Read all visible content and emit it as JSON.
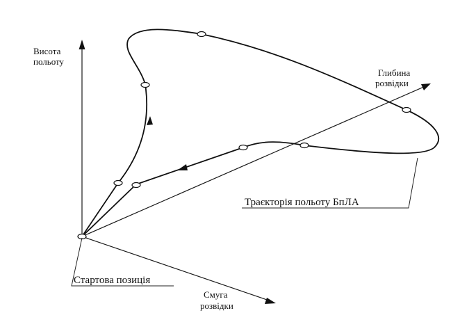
{
  "axes": {
    "vertical": [
      "Висота",
      "польоту"
    ],
    "depth": [
      "Глибина",
      "розвідки"
    ],
    "band": [
      "Смуга",
      "розвідки"
    ]
  },
  "callouts": {
    "trajectory": "Траєкторія польоту БпЛА",
    "start": "Стартова позиція"
  },
  "colors": {
    "ink": "#111111",
    "background": "#ffffff"
  }
}
